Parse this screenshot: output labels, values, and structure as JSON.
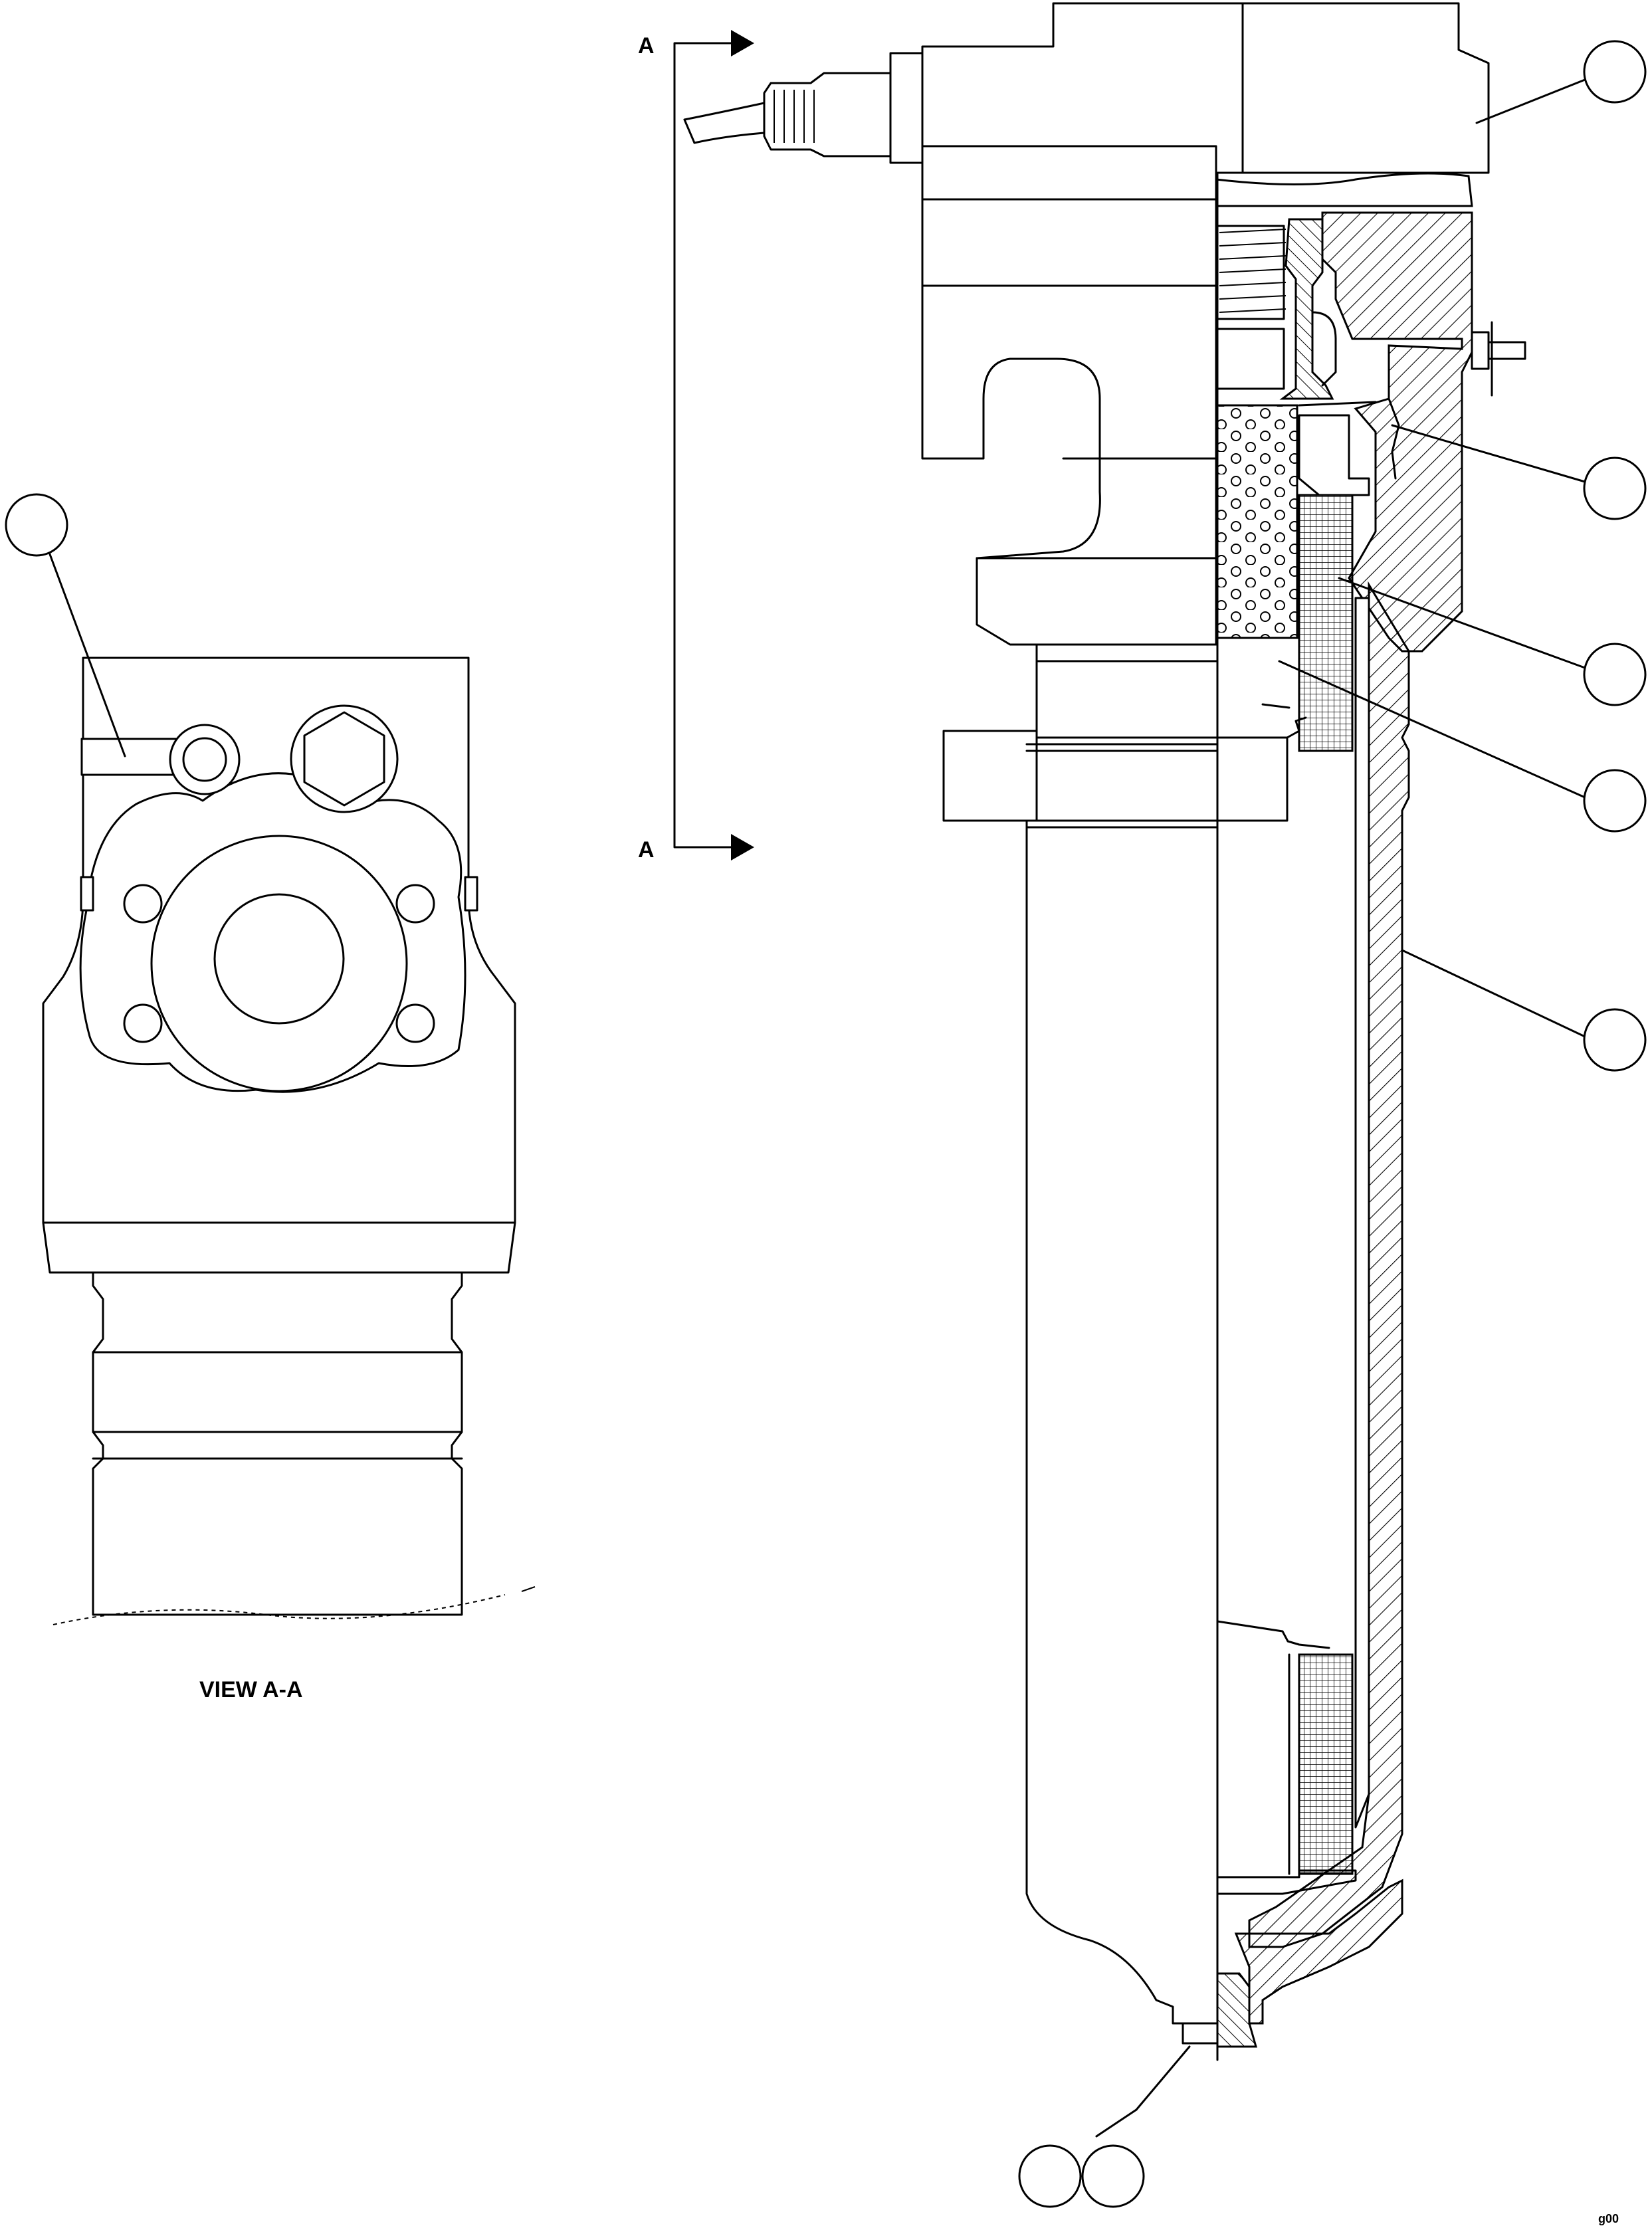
{
  "section_markers": {
    "top_letter": "A",
    "bottom_letter": "A"
  },
  "view_caption": "VIEW A-A",
  "callouts": [
    {
      "id": "callout-housing",
      "label": ""
    },
    {
      "id": "callout-relief-valve",
      "label": ""
    },
    {
      "id": "callout-element-mesh",
      "label": ""
    },
    {
      "id": "callout-element-core",
      "label": ""
    },
    {
      "id": "callout-filter-case",
      "label": ""
    },
    {
      "id": "callout-drain-plug-a",
      "label": ""
    },
    {
      "id": "callout-drain-plug-b",
      "label": ""
    },
    {
      "id": "callout-indicator-port",
      "label": ""
    }
  ],
  "figure_code": "g00"
}
